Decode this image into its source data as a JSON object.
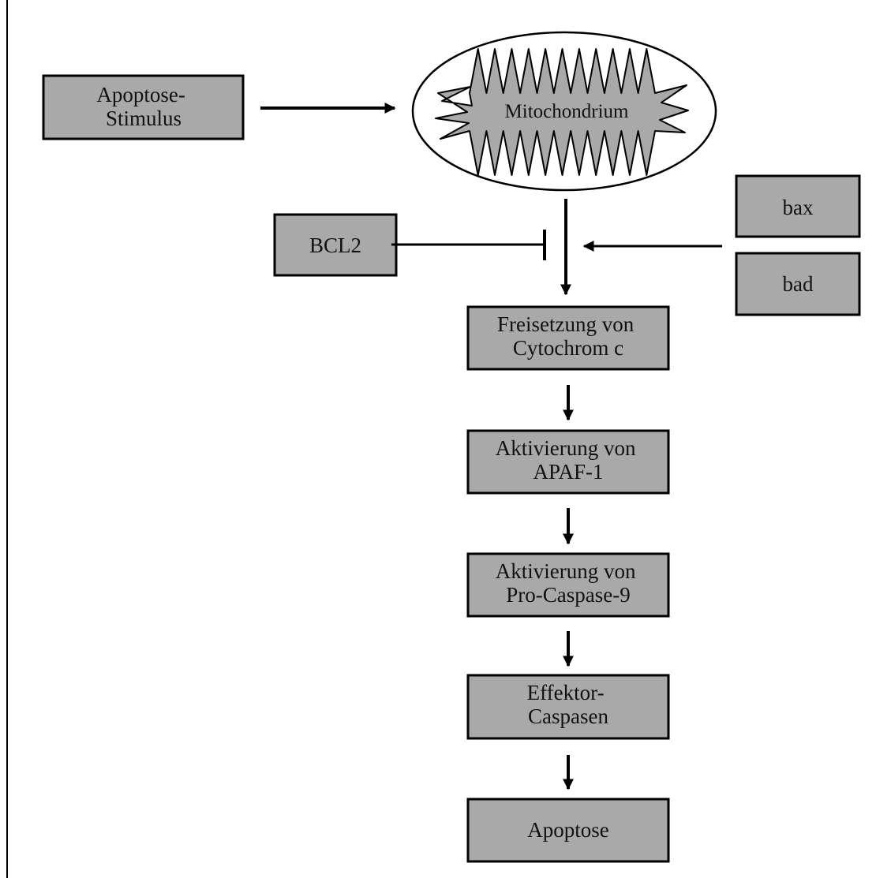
{
  "colors": {
    "box_fill": "#a9a9a9",
    "line": "#000000",
    "background": "#ffffff"
  },
  "nodes": {
    "stimulus": [
      "Apoptose-",
      "Stimulus"
    ],
    "mitochondrium": "Mitochondrium",
    "bcl2": "BCL2",
    "bax": "bax",
    "bad": "bad",
    "cytochrom": [
      "Freisetzung von",
      "Cytochrom c"
    ],
    "apaf": [
      "Aktivierung von",
      "APAF-1"
    ],
    "procaspase": [
      "Aktivierung von",
      "Pro-Caspase-9"
    ],
    "effektor": [
      "Effektor-",
      "Caspasen"
    ],
    "apoptose": "Apoptose"
  }
}
